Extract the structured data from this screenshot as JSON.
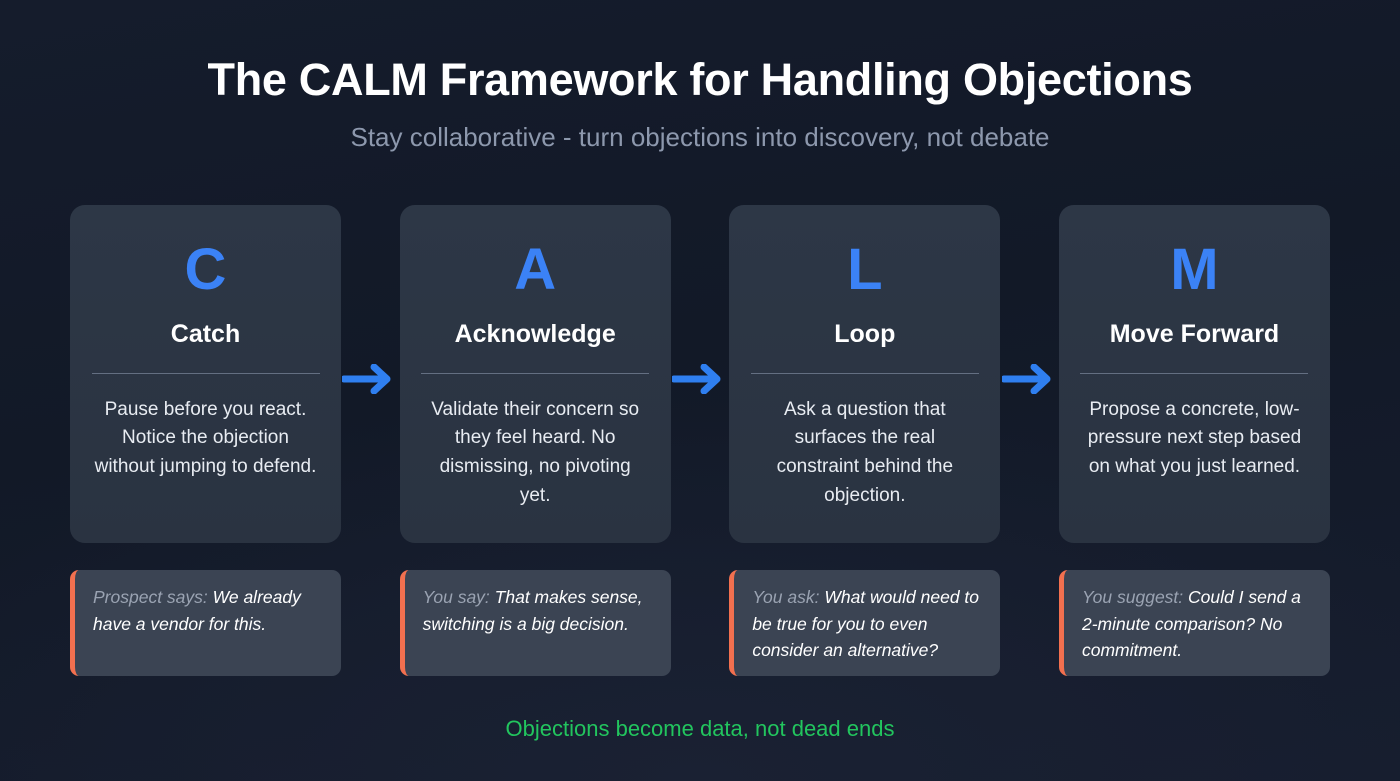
{
  "header": {
    "title": "The CALM Framework for Handling Objections",
    "subtitle": "Stay collaborative - turn objections into discovery, not debate"
  },
  "colors": {
    "background": "#131a2a",
    "card_background": "#2d3746",
    "letter_accent": "#3b82f6",
    "arrow": "#2f7ff0",
    "quote_background": "#3b4453",
    "quote_accent_bar": "#f2704f",
    "footer_text": "#22c55e",
    "subtitle_text": "#8d98ad",
    "divider": "#646f82"
  },
  "steps": [
    {
      "letter": "C",
      "name": "Catch",
      "description": "Pause before you react. Notice the objection without jumping to defend.",
      "quote_label": "Prospect says:",
      "quote_body": "We already have a vendor for this."
    },
    {
      "letter": "A",
      "name": "Acknowledge",
      "description": "Validate their concern so they feel heard. No dismissing, no pivoting yet.",
      "quote_label": "You say:",
      "quote_body": "That makes sense, switching is a big decision."
    },
    {
      "letter": "L",
      "name": "Loop",
      "description": "Ask a question that surfaces the real constraint behind the objection.",
      "quote_label": "You ask:",
      "quote_body": "What would need to be true for you to even consider an alternative?"
    },
    {
      "letter": "M",
      "name": "Move Forward",
      "description": "Propose a concrete, low-pressure next step based on what you just learned.",
      "quote_label": "You suggest:",
      "quote_body": "Could I send a 2-minute comparison? No commitment."
    }
  ],
  "arrows": [
    {
      "icon": "arrow-right-icon"
    },
    {
      "icon": "arrow-right-icon"
    },
    {
      "icon": "arrow-right-icon"
    }
  ],
  "footer": {
    "text": "Objections become data, not dead ends"
  }
}
